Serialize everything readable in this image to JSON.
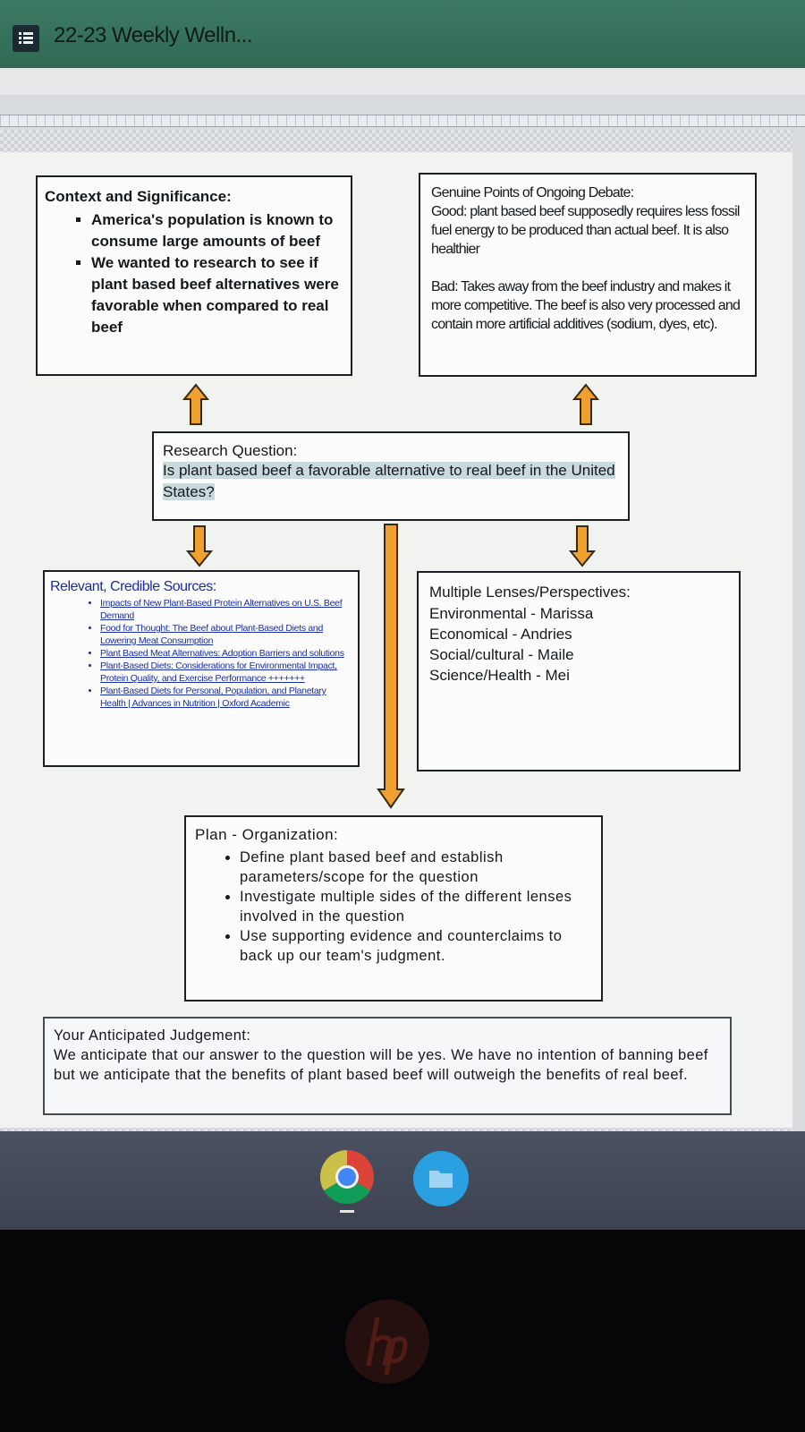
{
  "app": {
    "title": "22-23 Weekly Welln..."
  },
  "context": {
    "heading": "Context and Significance:",
    "bullets": [
      "America's population is known to consume large amounts of beef",
      "We wanted to research to see if plant based beef alternatives were favorable when compared to real beef"
    ]
  },
  "debate": {
    "heading": "Genuine Points of Ongoing Debate:",
    "good": "Good: plant based beef supposedly requires less fossil fuel energy to be produced than actual beef. It is also healthier",
    "bad": "Bad: Takes away from the beef industry and makes it more competitive. The beef is also very processed and contain more artificial additives (sodium, dyes, etc)."
  },
  "research": {
    "heading": "Research Question:",
    "question": "Is plant based beef a favorable alternative to real beef in the United States?"
  },
  "sources": {
    "heading": "Relevant, Credible Sources:",
    "items": [
      "Impacts of New Plant-Based Protein Alternatives on U.S. Beef Demand",
      "Food for Thought: The Beef about Plant-Based Diets and Lowering Meat Consumption",
      "Plant Based Meat Alternatives: Adoption Barriers and solutions",
      "Plant-Based Diets: Considerations for Environmental Impact, Protein Quality, and Exercise Performance +++++++",
      "Plant-Based Diets for Personal, Population, and Planetary Health | Advances in Nutrition | Oxford Academic"
    ]
  },
  "lenses": {
    "heading": "Multiple Lenses/Perspectives:",
    "items": [
      "Environmental - Marissa",
      "Economical - Andries",
      "Social/cultural - Maile",
      "Science/Health -  Mei"
    ]
  },
  "plan": {
    "heading": "Plan - Organization:",
    "bullets": [
      "Define plant based beef and establish parameters/scope for the question",
      "Investigate multiple sides of the different lenses involved in the question",
      "Use supporting evidence and counterclaims to back up our team's judgment."
    ]
  },
  "judgement": {
    "heading": "Your Anticipated Judgement:",
    "text": "We anticipate that our answer to the question will be yes. We have no intention of banning beef but we anticipate that the benefits of plant based beef will outweigh the benefits of real beef."
  },
  "taskbar": {
    "apps": [
      "chrome-icon",
      "files-icon"
    ]
  },
  "colors": {
    "appbar": "#2f6a54",
    "arrow_fill": "#f0a030",
    "arrow_stroke": "#3a2a10",
    "link": "#1a2ea8",
    "highlight": "#c8dadc"
  }
}
